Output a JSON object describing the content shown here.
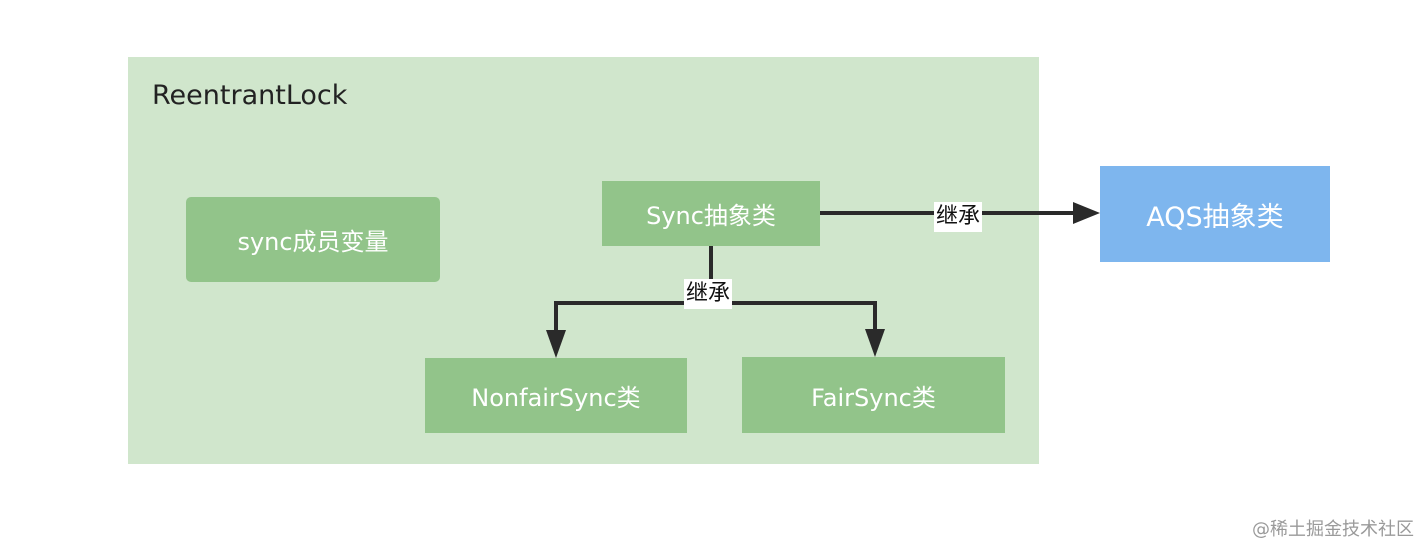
{
  "container": {
    "title": "ReentrantLock"
  },
  "nodes": {
    "sync_member": "sync成员变量",
    "sync_abstract": "Sync抽象类",
    "aqs_abstract": "AQS抽象类",
    "nonfair_sync": "NonfairSync类",
    "fair_sync": "FairSync类"
  },
  "edges": {
    "sync_to_aqs_label": "继承",
    "sync_to_children_label": "继承"
  },
  "colors": {
    "container_bg": "#d0e6cc",
    "node_green": "#92c48a",
    "node_blue": "#7eb6ee",
    "arrow": "#2a2a2a"
  },
  "watermark": "@稀土掘金技术社区"
}
